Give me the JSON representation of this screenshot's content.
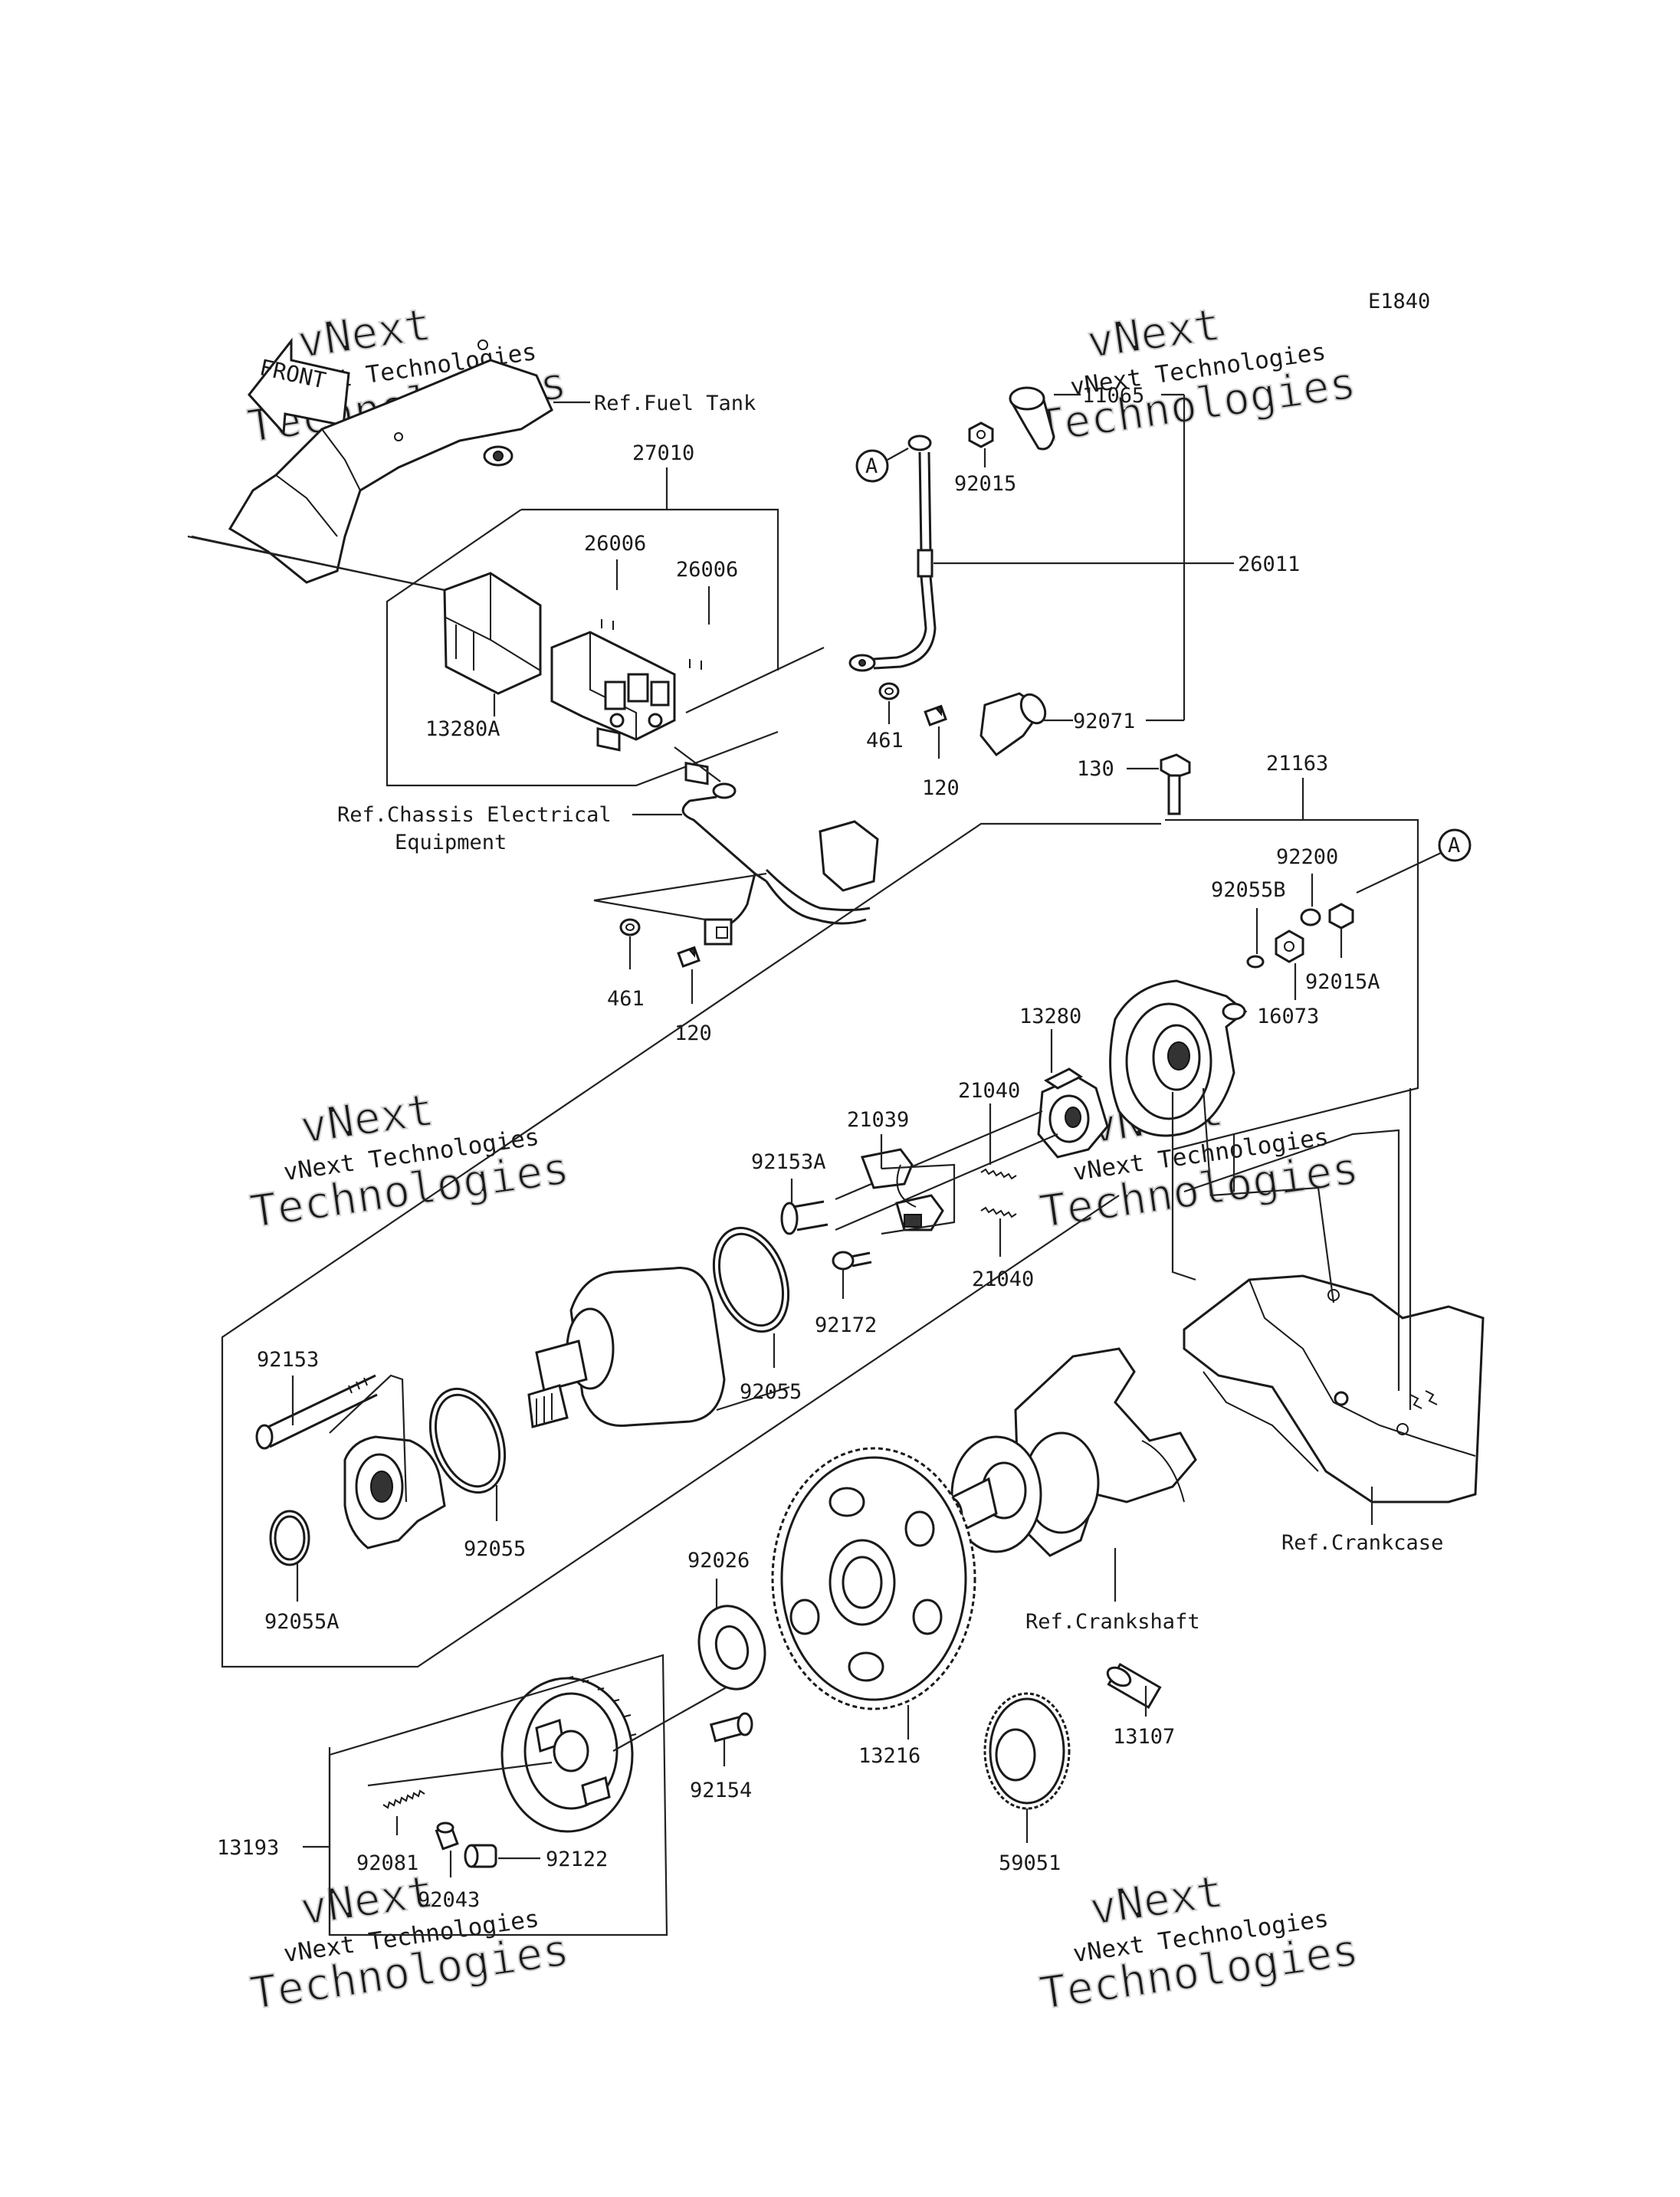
{
  "diagram_code": "E1840",
  "front_label": "FRONT",
  "callout_a": "A",
  "watermark": {
    "line1": "vNext",
    "line2": "vNext Technologies",
    "line3": "Technologies"
  },
  "refs": {
    "fuel_tank": "Ref.Fuel Tank",
    "chassis_electrical_1": "Ref.Chassis Electrical",
    "chassis_electrical_2": "Equipment",
    "crankcase": "Ref.Crankcase",
    "crankshaft": "Ref.Crankshaft"
  },
  "parts": [
    "27010",
    "26006",
    "26006",
    "13280A",
    "92015",
    "11065",
    "26011",
    "92071",
    "461",
    "120",
    "461",
    "120",
    "130",
    "21163",
    "92200",
    "92055B",
    "92015A",
    "16073",
    "13280",
    "21040",
    "21039",
    "92153A",
    "21040",
    "92172",
    "92055",
    "92153",
    "92055",
    "92055A",
    "92026",
    "13216",
    "92154",
    "13107",
    "59051",
    "13193",
    "92081",
    "92122",
    "92043"
  ]
}
